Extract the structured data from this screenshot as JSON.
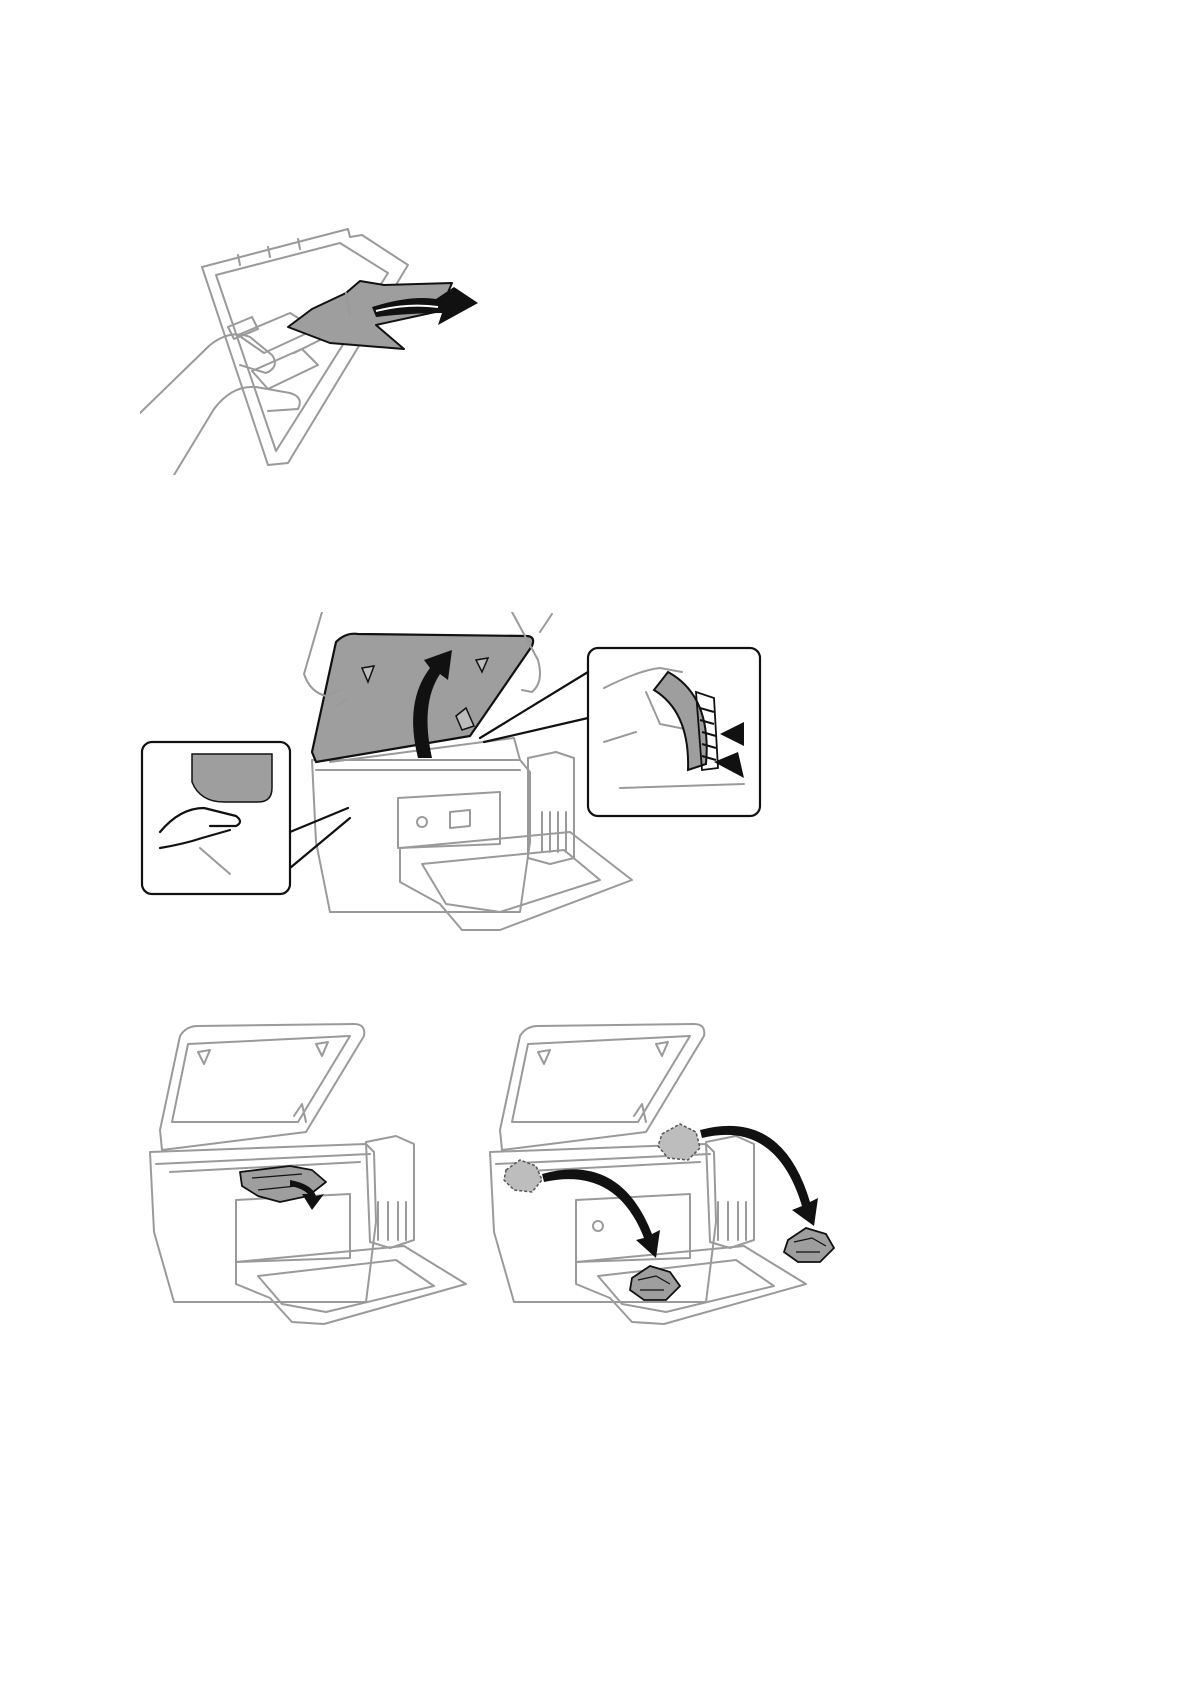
{
  "page": {
    "background": "#ffffff",
    "line_color": "#9a9a9a",
    "accent_gray": "#9e9e9e",
    "ink": "#111111"
  },
  "figures": [
    {
      "name": "remove-paper-from-rear-feeder",
      "icon": "hand-pulling-paper-icon"
    },
    {
      "name": "open-scanner-unit",
      "icon": "lift-scanner-unit-icon"
    },
    {
      "name": "remove-jammed-paper-inside",
      "icon": "paper-jam-removal-icon"
    },
    {
      "name": "remove-torn-paper-pieces",
      "icon": "paper-scraps-removal-icon"
    }
  ]
}
